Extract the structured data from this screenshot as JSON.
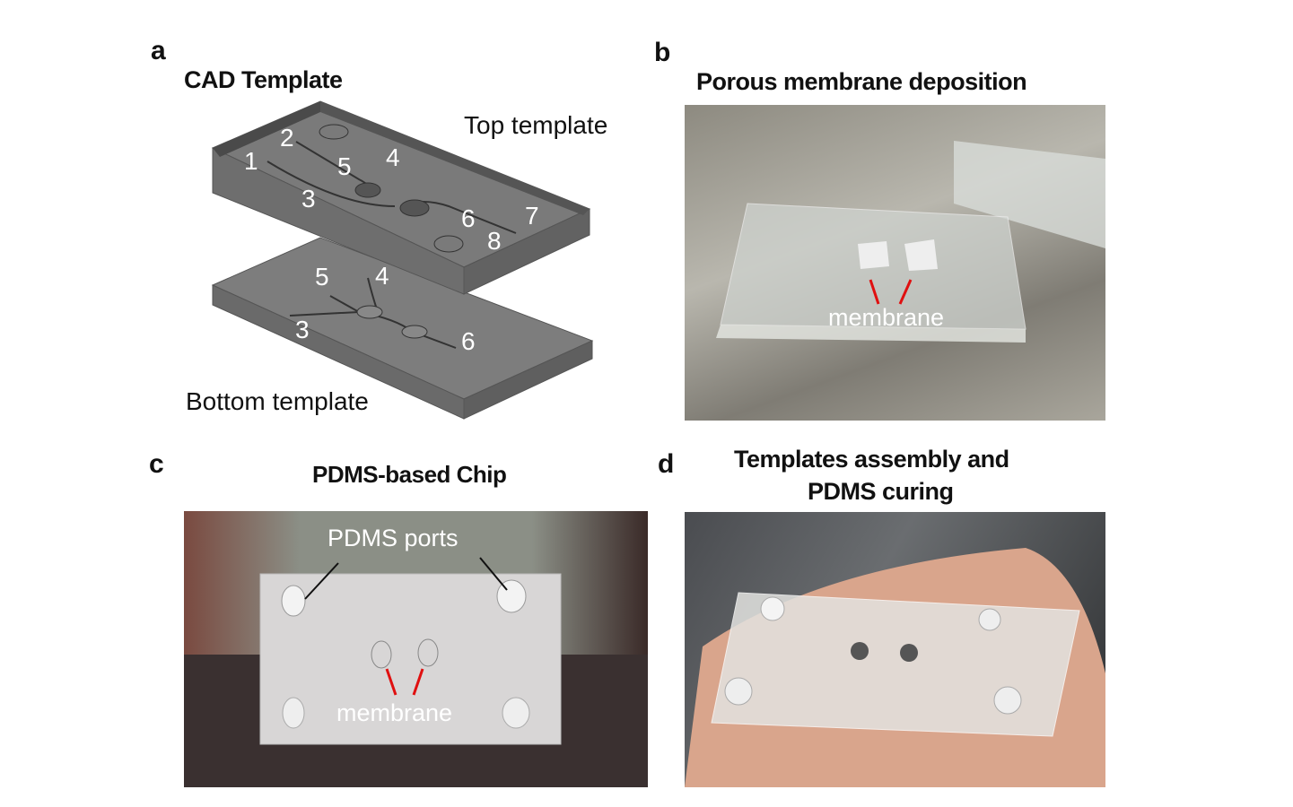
{
  "panels": {
    "a": {
      "label": "a",
      "title": "CAD Template",
      "top_template": "Top template",
      "bottom_template": "Bottom template",
      "top_numbers": [
        "1",
        "2",
        "3",
        "4",
        "5",
        "6",
        "7",
        "8"
      ],
      "bottom_numbers": [
        "5",
        "4",
        "3",
        "6"
      ]
    },
    "b": {
      "label": "b",
      "title": "Porous membrane deposition",
      "annotation": "membrane"
    },
    "c": {
      "label": "c",
      "title": "PDMS-based Chip",
      "ports": "PDMS ports",
      "annotation": "membrane"
    },
    "d": {
      "label": "d",
      "title_line1": "Templates assembly and",
      "title_line2": "PDMS curing"
    }
  },
  "colors": {
    "arrow": "#e01010",
    "template_gray": "#7a7a7a"
  }
}
